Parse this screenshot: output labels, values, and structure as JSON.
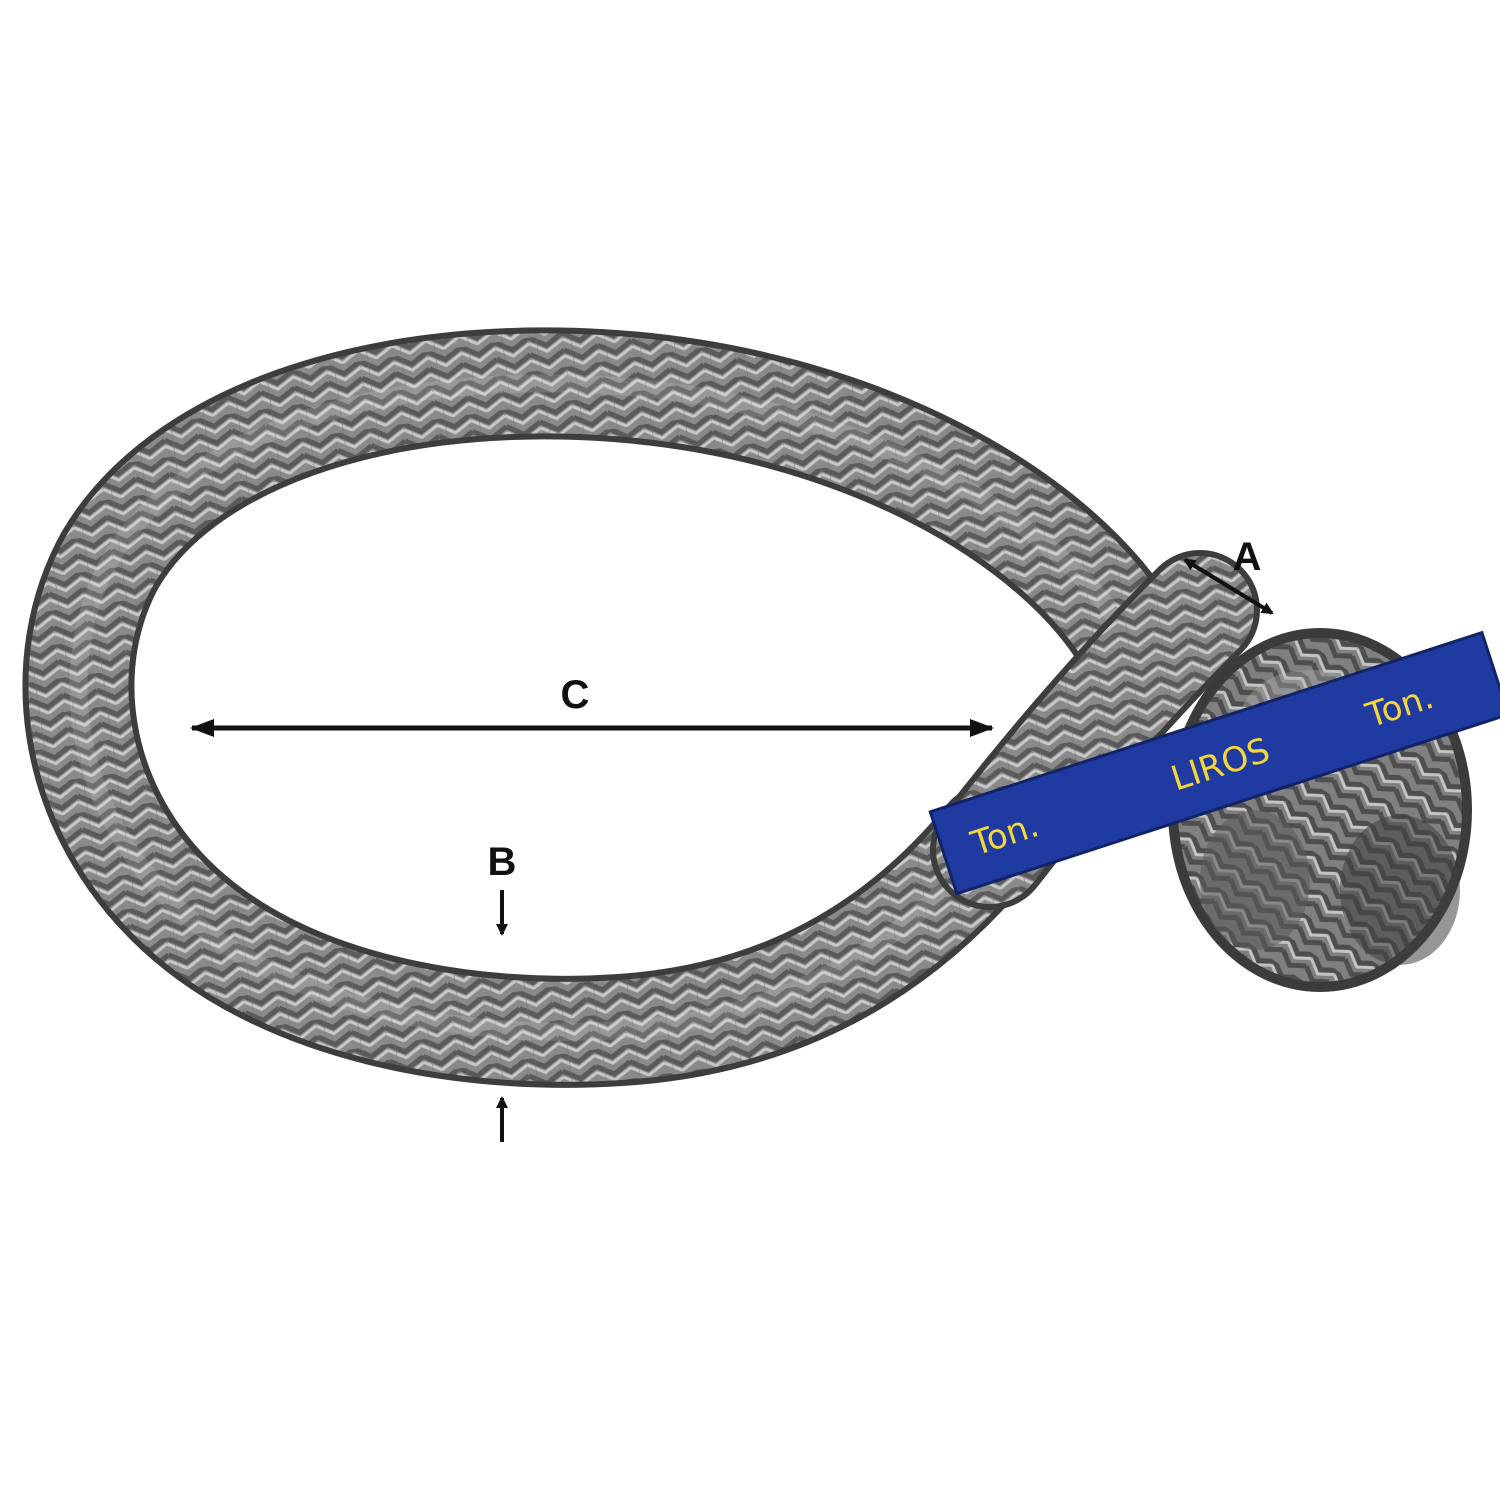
{
  "labels": {
    "a": "A",
    "b": "B",
    "c": "C"
  },
  "tag": {
    "left_text": "Ton.",
    "brand_text": "LIROS",
    "right_text": "Ton."
  },
  "colors": {
    "rope": "#8f8f8f",
    "rope_dark": "#4a4a4a",
    "rope_light": "#d6d6d6",
    "tag_blue": "#1f3aa0",
    "tag_text": "#f4d63a",
    "dimension_lines": "#111111"
  }
}
